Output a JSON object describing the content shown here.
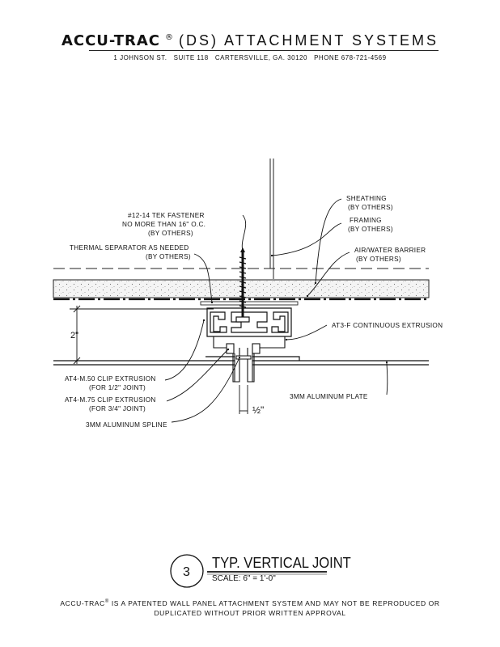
{
  "header": {
    "brand": "ACCU-TRAC",
    "reg_mark": "®",
    "rest": "(DS) ATTACHMENT SYSTEMS",
    "address": "1 JOHNSON ST.   SUITE 118   CARTERSVILLE, GA. 30120   PHONE 678-721-4569"
  },
  "callouts": {
    "tek1": "#12-14 TEK FASTENER",
    "tek2": "NO MORE THAN 16\" O.C.",
    "tek3": "(BY OTHERS)",
    "therm1": "THERMAL SEPARATOR AS NEEDED",
    "therm2": "(BY OTHERS)",
    "sheath1": "SHEATHING",
    "sheath2": "(BY OTHERS)",
    "frame1": "FRAMING",
    "frame2": "(BY OTHERS)",
    "air1": "AIR/WATER BARRIER",
    "air2": "(BY OTHERS)",
    "at3": "AT3-F CONTINUOUS EXTRUSION",
    "plate": "3MM ALUMINUM PLATE",
    "m50a": "AT4-M.50 CLIP EXTRUSION",
    "m50b": "(FOR 1/2\" JOINT)",
    "m75a": "AT4-M.75 CLIP EXTRUSION",
    "m75b": "(FOR 3/4\" JOINT)",
    "spline": "3MM ALUMINUM SPLINE",
    "dim_height": "2\"",
    "dim_joint": "½\""
  },
  "caption": {
    "number": "3",
    "title": "TYP. VERTICAL JOINT",
    "scale": "SCALE: 6\" = 1'-0\""
  },
  "footer": {
    "line1a": "ACCU-TRAC",
    "reg": "®",
    "line1b": " IS A PATENTED WALL PANEL ATTACHMENT SYSTEM AND MAY NOT BE REPRODUCED OR",
    "line2": "DUPLICATED WITHOUT PRIOR WRITTEN APPROVAL"
  }
}
